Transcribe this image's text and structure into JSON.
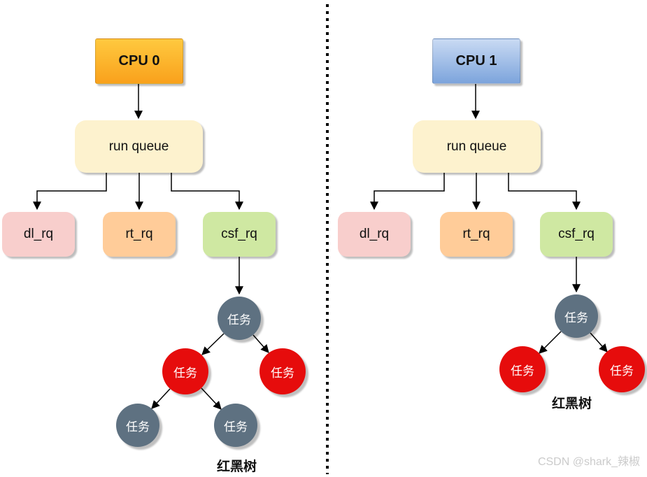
{
  "left": {
    "cpu_label": "CPU 0",
    "run_queue_label": "run queue",
    "queues": [
      {
        "label": "dl_rq"
      },
      {
        "label": "rt_rq"
      },
      {
        "label": "csf_rq"
      }
    ],
    "tree": {
      "caption": "红黑树",
      "nodes": [
        {
          "label": "任务",
          "color": "gray"
        },
        {
          "label": "任务",
          "color": "red"
        },
        {
          "label": "任务",
          "color": "red"
        },
        {
          "label": "任务",
          "color": "gray"
        },
        {
          "label": "任务",
          "color": "gray"
        }
      ]
    }
  },
  "right": {
    "cpu_label": "CPU 1",
    "run_queue_label": "run queue",
    "queues": [
      {
        "label": "dl_rq"
      },
      {
        "label": "rt_rq"
      },
      {
        "label": "csf_rq"
      }
    ],
    "tree": {
      "caption": "红黑树",
      "nodes": [
        {
          "label": "任务",
          "color": "gray"
        },
        {
          "label": "任务",
          "color": "red"
        },
        {
          "label": "任务",
          "color": "red"
        }
      ]
    }
  },
  "watermark": "CSDN @shark_辣椒",
  "colors": {
    "cpu0_top": "#ffc93f",
    "cpu0_bottom": "#f9a11c",
    "cpu1_top": "#c9daf3",
    "cpu1_bottom": "#7ca4dc",
    "run_queue": "#fdf2ce",
    "dl_rq": "#f8cecc",
    "rt_rq": "#ffcc99",
    "csf_rq": "#cfe8a2",
    "task_gray": "#5e7181",
    "task_red": "#e60c0c",
    "divider": "#000000",
    "watermark_text": "#cbcbcb"
  }
}
